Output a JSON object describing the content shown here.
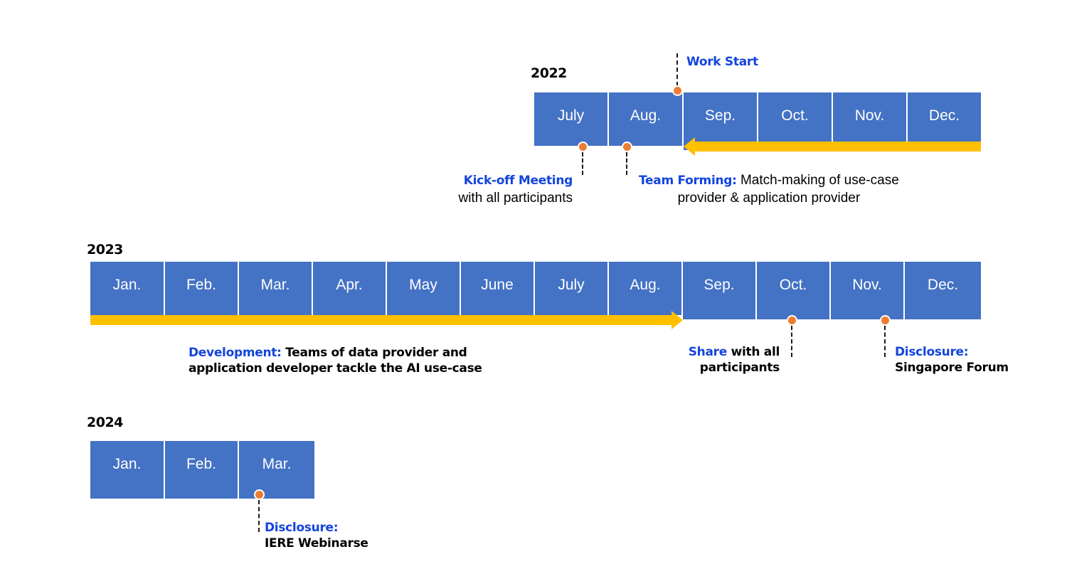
{
  "diagram": {
    "title_colors": {
      "month_fill": "#4472C4",
      "arrow": "#FFC000",
      "marker": "#ED7D31",
      "highlight_text": "#1344DD",
      "body_text": "#000000"
    },
    "rows": [
      {
        "year": "2022",
        "months": [
          "July",
          "Aug.",
          "Sep.",
          "Oct.",
          "Nov.",
          "Dec."
        ]
      },
      {
        "year": "2023",
        "months": [
          "Jan.",
          "Feb.",
          "Mar.",
          "Apr.",
          "May",
          "June",
          "July",
          "Aug.",
          "Sep.",
          "Oct.",
          "Nov.",
          "Dec."
        ]
      },
      {
        "year": "2024",
        "months": [
          "Jan.",
          "Feb.",
          "Mar."
        ]
      }
    ],
    "annotations": {
      "work_start": {
        "highlight": "Work Start",
        "rest": ""
      },
      "kick_off": {
        "highlight": "Kick-off Meeting",
        "line2": "with all participants"
      },
      "team_forming": {
        "highlight": "Team Forming:",
        "rest": " Match-making of use-case",
        "line2": "provider & application provider"
      },
      "development": {
        "highlight": "Development:",
        "rest": " Teams of data provider and",
        "line2": "application developer tackle the AI use-case"
      },
      "share": {
        "highlight": "Share",
        "rest": " with all",
        "line2": "participants"
      },
      "disclosure_singapore": {
        "highlight": "Disclosure:",
        "line2": "Singapore Forum"
      },
      "disclosure_iere": {
        "highlight": "Disclosure:",
        "line2": "IERE Webinarse"
      }
    }
  }
}
